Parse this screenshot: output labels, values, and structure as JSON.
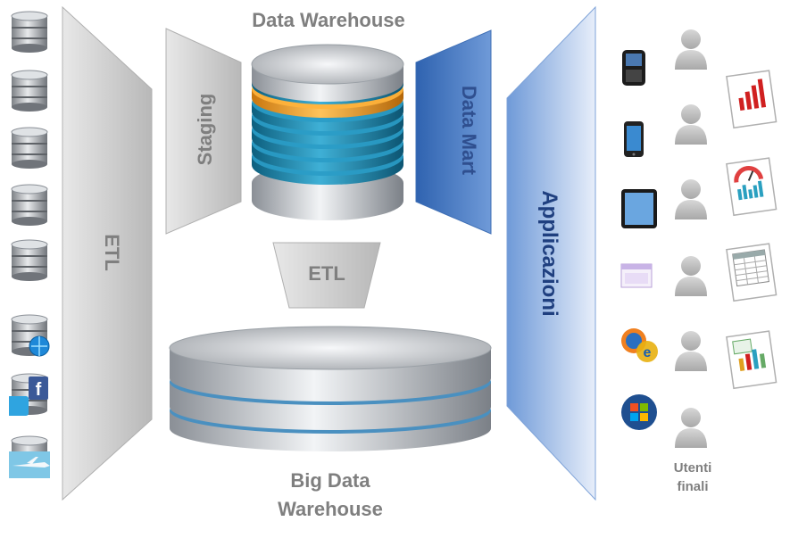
{
  "titles": {
    "data_warehouse": "Data Warehouse",
    "big_data_warehouse_line1": "Big Data",
    "big_data_warehouse_line2": "Warehouse",
    "end_users_line1": "Utenti",
    "end_users_line2": "finali"
  },
  "funnels": {
    "etl_left": "ETL",
    "staging": "Staging",
    "data_mart": "Data Mart",
    "etl_center": "ETL",
    "applications": "Applicazioni"
  },
  "sources": [
    {
      "icon": "database-icon"
    },
    {
      "icon": "database-icon"
    },
    {
      "icon": "database-icon"
    },
    {
      "icon": "database-icon"
    },
    {
      "icon": "database-icon"
    },
    {
      "icon": "database-globe-icon"
    },
    {
      "icon": "database-social-icon"
    },
    {
      "icon": "database-airplane-icon"
    }
  ],
  "devices": [
    "blackberry-icon",
    "smartphone-icon",
    "tablet-icon",
    "browser-window-icon",
    "browsers-icon",
    "windows-icon"
  ],
  "reports": [
    "bar-chart-report-icon",
    "gauge-dashboard-icon",
    "table-report-icon",
    "mixed-report-icon"
  ],
  "colors": {
    "funnel_gray": "#cfcfcf",
    "funnel_blue": "#4a7fc8",
    "label_gray": "#7f7f7f",
    "label_blue": "#2f4f8f",
    "warehouse_teal": "#1a7fa0",
    "warehouse_orange": "#f0a020"
  }
}
